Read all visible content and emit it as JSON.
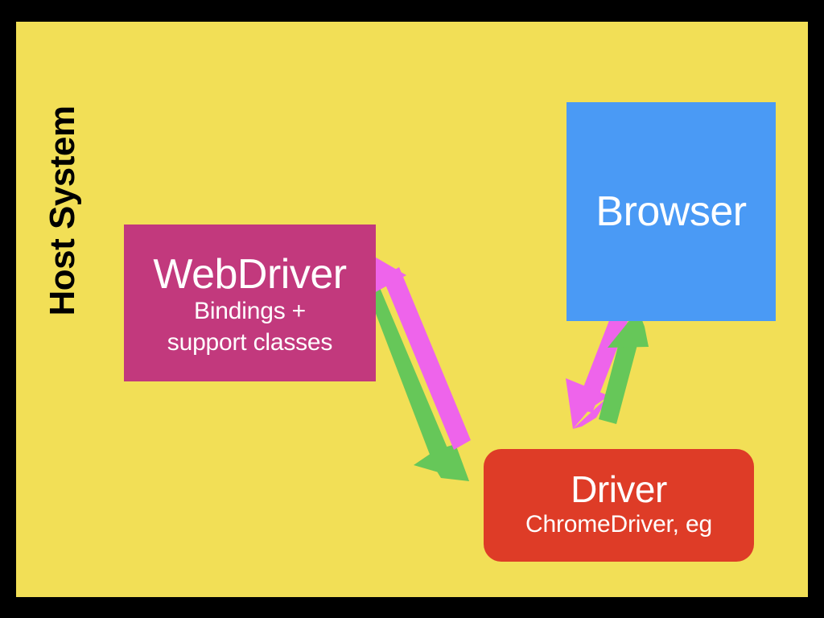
{
  "slide": {
    "background_color": "#000000",
    "panel_color": "#F2DF56",
    "panel_label": "Host System"
  },
  "nodes": {
    "webdriver": {
      "title": "WebDriver",
      "subtitle_line1": "Bindings +",
      "subtitle_line2": "support classes",
      "color": "#C2397D",
      "text_color": "#FFFFFF"
    },
    "browser": {
      "title": "Browser",
      "color": "#4A9AF5",
      "text_color": "#FFFFFF"
    },
    "driver": {
      "title": "Driver",
      "subtitle": "ChromeDriver, eg",
      "color": "#DE3C27",
      "text_color": "#FFFFFF"
    }
  },
  "arrows": {
    "request_color": "#66C759",
    "response_color": "#EE64EB",
    "items": [
      {
        "name": "webdriver-to-driver",
        "from": "webdriver",
        "to": "driver",
        "color": "#66C759",
        "direction": "down-right"
      },
      {
        "name": "driver-to-webdriver",
        "from": "driver",
        "to": "webdriver",
        "color": "#EE64EB",
        "direction": "up-left"
      },
      {
        "name": "browser-to-driver",
        "from": "browser",
        "to": "driver",
        "color": "#EE64EB",
        "direction": "down-left"
      },
      {
        "name": "driver-to-browser",
        "from": "driver",
        "to": "browser",
        "color": "#66C759",
        "direction": "up-right"
      }
    ]
  }
}
